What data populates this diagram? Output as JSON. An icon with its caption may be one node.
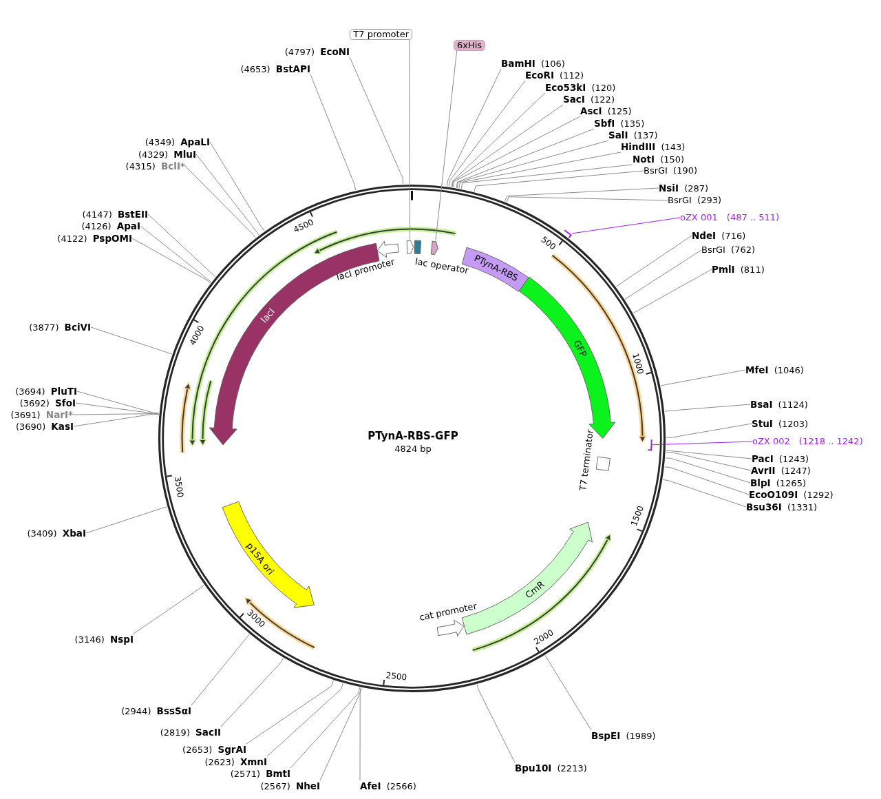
{
  "diagram": {
    "title": "PTynA-RBS-GFP",
    "nodes": [
      {
        "text": [
          "T7 promoter"
        ]
      },
      {
        "text": [
          "6xHis"
        ]
      },
      {
        "text": [
          "BamHI",
          "(106)"
        ]
      },
      {
        "text": [
          "EcoRI",
          "(112)"
        ]
      },
      {
        "text": [
          "Eco53kI",
          "(120)"
        ]
      },
      {
        "text": [
          "SacI",
          "(122)"
        ]
      },
      {
        "text": [
          "AscI",
          "(125)"
        ]
      },
      {
        "text": [
          "SbfI",
          "(135)"
        ]
      },
      {
        "text": [
          "SalI",
          "(137)"
        ]
      },
      {
        "text": [
          "HindIII",
          "(143)"
        ]
      },
      {
        "text": [
          "NotI",
          "(150)"
        ]
      },
      {
        "text": [
          "BsrGI",
          "(190)"
        ]
      },
      {
        "text": [
          "NsiI",
          "(287)"
        ]
      },
      {
        "text": [
          "BsrGI",
          "(293)"
        ]
      },
      {
        "text": [
          "oZX 001",
          "(487 .. 511)"
        ]
      },
      {
        "text": [
          "NdeI",
          "(716)"
        ]
      },
      {
        "text": [
          "BsrGI",
          "(762)"
        ]
      },
      {
        "text": [
          "PmlI",
          "(811)"
        ]
      },
      {
        "text": [
          "MfeI",
          "(1046)"
        ]
      },
      {
        "text": [
          "BsaI",
          "(1124)"
        ]
      },
      {
        "text": [
          "StuI",
          "(1203)"
        ]
      },
      {
        "text": [
          "oZX 002",
          "(1218 .. 1242)"
        ]
      },
      {
        "text": [
          "PacI",
          "(1243)"
        ]
      },
      {
        "text": [
          "AvrII",
          "(1247)"
        ]
      },
      {
        "text": [
          "BlpI",
          "(1265)"
        ]
      },
      {
        "text": [
          "EcoO109I",
          "(1292)"
        ]
      },
      {
        "text": [
          "Bsu36I",
          "(1331)"
        ]
      },
      {
        "text": [
          "BspEI",
          "(1989)"
        ]
      },
      {
        "text": [
          "Bpu10I",
          "(2213)"
        ]
      },
      {
        "text": [
          "AfeI",
          "(2566)"
        ]
      },
      {
        "text": [
          "(2567)",
          "NheI"
        ]
      },
      {
        "text": [
          "(2571)",
          "BmtI"
        ]
      },
      {
        "text": [
          "(2623)",
          "XmnI"
        ]
      },
      {
        "text": [
          "(2653)",
          "SgrAI"
        ]
      },
      {
        "text": [
          "(2819)",
          "SacII"
        ]
      },
      {
        "text": [
          "(2944)",
          "BssSαI"
        ]
      },
      {
        "text": [
          "(3146)",
          "NspI"
        ]
      },
      {
        "text": [
          "(3409)",
          "XbaI"
        ]
      },
      {
        "text": [
          "(3690)",
          "KasI"
        ]
      },
      {
        "text": [
          "(3691)",
          "NarI*"
        ]
      },
      {
        "text": [
          "(3692)",
          "SfoI"
        ]
      },
      {
        "text": [
          "(3694)",
          "PluTI"
        ]
      },
      {
        "text": [
          "(3877)",
          "BciVI"
        ]
      },
      {
        "text": [
          "(4122)",
          "PspOMI"
        ]
      },
      {
        "text": [
          "(4126)",
          "ApaI"
        ]
      },
      {
        "text": [
          "(4147)",
          "BstEII"
        ]
      },
      {
        "text": [
          "(4315)",
          "BclI*"
        ]
      },
      {
        "text": [
          "(4329)",
          "MluI"
        ]
      },
      {
        "text": [
          "(4349)",
          "ApaLI"
        ]
      },
      {
        "text": [
          "(4653)",
          "BstAPI"
        ]
      },
      {
        "text": [
          "(4797)",
          "EcoNI"
        ]
      },
      {
        "text": [],
        "shape": "arrow"
      },
      {
        "text": [],
        "shape": "box",
        "beside": [
          "lac operator"
        ]
      },
      {
        "text": [],
        "shape": "arrow"
      },
      {
        "text": [
          "PTynA-RBS"
        ]
      },
      {
        "text": [
          "GFP"
        ]
      },
      {
        "text": [],
        "shape": "box",
        "beside": [
          "T7 terminator"
        ]
      },
      {
        "text": [
          "CmR"
        ]
      },
      {
        "text": [],
        "shape": "arrow",
        "beside": [
          "cat promoter"
        ]
      },
      {
        "text": [
          "p15A ori"
        ]
      },
      {
        "text": [
          "lacI"
        ]
      },
      {
        "text": [],
        "shape": "arrow",
        "beside": [
          "lacI promoter"
        ]
      },
      {
        "text": [],
        "shape": "bar"
      },
      {
        "text": [],
        "shape": "bar"
      }
    ],
    "edges": [
      {
        "from": 0,
        "to": 51,
        "arrow": "none"
      },
      {
        "from": 1,
        "to": 53,
        "arrow": "none"
      },
      {
        "from": 2,
        "to": null,
        "arrow": "none"
      },
      {
        "from": 3,
        "to": null,
        "arrow": "none"
      },
      {
        "from": 4,
        "to": null,
        "arrow": "none"
      },
      {
        "from": 5,
        "to": null,
        "arrow": "none"
      },
      {
        "from": 6,
        "to": null,
        "arrow": "none"
      },
      {
        "from": 7,
        "to": null,
        "arrow": "none"
      },
      {
        "from": 8,
        "to": null,
        "arrow": "none"
      },
      {
        "from": 9,
        "to": null,
        "arrow": "none"
      },
      {
        "from": 10,
        "to": null,
        "arrow": "none"
      },
      {
        "from": 11,
        "to": null,
        "arrow": "none"
      },
      {
        "from": 12,
        "to": null,
        "arrow": "none"
      },
      {
        "from": 13,
        "to": null,
        "arrow": "none"
      },
      {
        "from": 14,
        "to": 62,
        "arrow": "none",
        "color": "#a020f0"
      },
      {
        "from": 15,
        "to": null,
        "arrow": "none"
      },
      {
        "from": 16,
        "to": null,
        "arrow": "none"
      },
      {
        "from": 17,
        "to": null,
        "arrow": "none"
      },
      {
        "from": 18,
        "to": null,
        "arrow": "none"
      },
      {
        "from": 19,
        "to": null,
        "arrow": "none"
      },
      {
        "from": 20,
        "to": null,
        "arrow": "none"
      },
      {
        "from": 21,
        "to": 63,
        "arrow": "none",
        "color": "#a020f0"
      },
      {
        "from": 22,
        "to": null,
        "arrow": "none"
      },
      {
        "from": 23,
        "to": null,
        "arrow": "none"
      },
      {
        "from": 24,
        "to": null,
        "arrow": "none"
      },
      {
        "from": 25,
        "to": null,
        "arrow": "none"
      },
      {
        "from": 26,
        "to": null,
        "arrow": "none"
      },
      {
        "from": 27,
        "to": null,
        "arrow": "none"
      },
      {
        "from": 28,
        "to": null,
        "arrow": "none"
      },
      {
        "from": 29,
        "to": null,
        "arrow": "none"
      },
      {
        "from": 30,
        "to": null,
        "arrow": "none"
      },
      {
        "from": 31,
        "to": null,
        "arrow": "none"
      },
      {
        "from": 32,
        "to": null,
        "arrow": "none"
      },
      {
        "from": 33,
        "to": null,
        "arrow": "none"
      },
      {
        "from": 34,
        "to": null,
        "arrow": "none"
      },
      {
        "from": 35,
        "to": null,
        "arrow": "none"
      },
      {
        "from": 36,
        "to": null,
        "arrow": "none"
      },
      {
        "from": 37,
        "to": null,
        "arrow": "none"
      },
      {
        "from": 38,
        "to": null,
        "arrow": "none"
      },
      {
        "from": 39,
        "to": null,
        "arrow": "none"
      },
      {
        "from": 40,
        "to": null,
        "arrow": "none"
      },
      {
        "from": 41,
        "to": null,
        "arrow": "none"
      },
      {
        "from": 42,
        "to": null,
        "arrow": "none"
      },
      {
        "from": 43,
        "to": null,
        "arrow": "none"
      },
      {
        "from": 44,
        "to": null,
        "arrow": "none"
      },
      {
        "from": 45,
        "to": null,
        "arrow": "none"
      },
      {
        "from": 46,
        "to": null,
        "arrow": "none"
      },
      {
        "from": 47,
        "to": null,
        "arrow": "none"
      },
      {
        "from": 48,
        "to": null,
        "arrow": "none"
      },
      {
        "from": 49,
        "to": null,
        "arrow": "none"
      },
      {
        "from": 50,
        "to": null,
        "arrow": "none"
      }
    ],
    "labels": [
      "4824 bp",
      "500",
      "1000",
      "1500",
      "2000",
      "2500",
      "3000",
      "3500",
      "4000",
      "4500"
    ]
  }
}
